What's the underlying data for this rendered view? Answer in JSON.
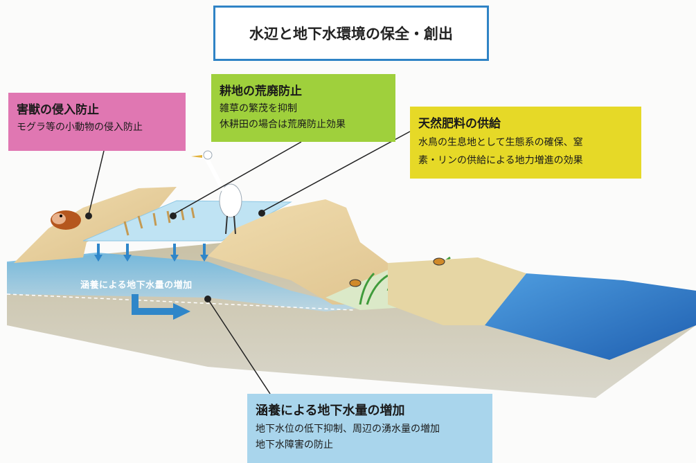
{
  "title": "水辺と地下水環境の保全・創出",
  "callouts": {
    "pest": {
      "heading": "害獣の侵入防止",
      "lines": [
        "モグラ等の小動物の侵入防止"
      ]
    },
    "farm": {
      "heading": "耕地の荒廃防止",
      "lines": [
        "雑草の繁茂を抑制",
        "休耕田の場合は荒廃防止効果"
      ]
    },
    "fertilizer": {
      "heading": "天然肥料の供給",
      "lines": [
        "水鳥の生息地として生態系の確保、窒",
        "素・リンの供給による地力増進の効果"
      ]
    },
    "groundwater": {
      "heading": "涵養による地下水量の増加",
      "lines": [
        "地下水位の低下抑制、周辺の湧水量の増加",
        "地下水障害の防止"
      ]
    }
  },
  "diagram": {
    "inline_label": "涵養による地下水量の増加"
  },
  "colors": {
    "title_border": "#2f83c5",
    "pest": "#e077b2",
    "farm": "#9fd03c",
    "fertilizer": "#e6d927",
    "groundwater": "#a9d5ec"
  }
}
